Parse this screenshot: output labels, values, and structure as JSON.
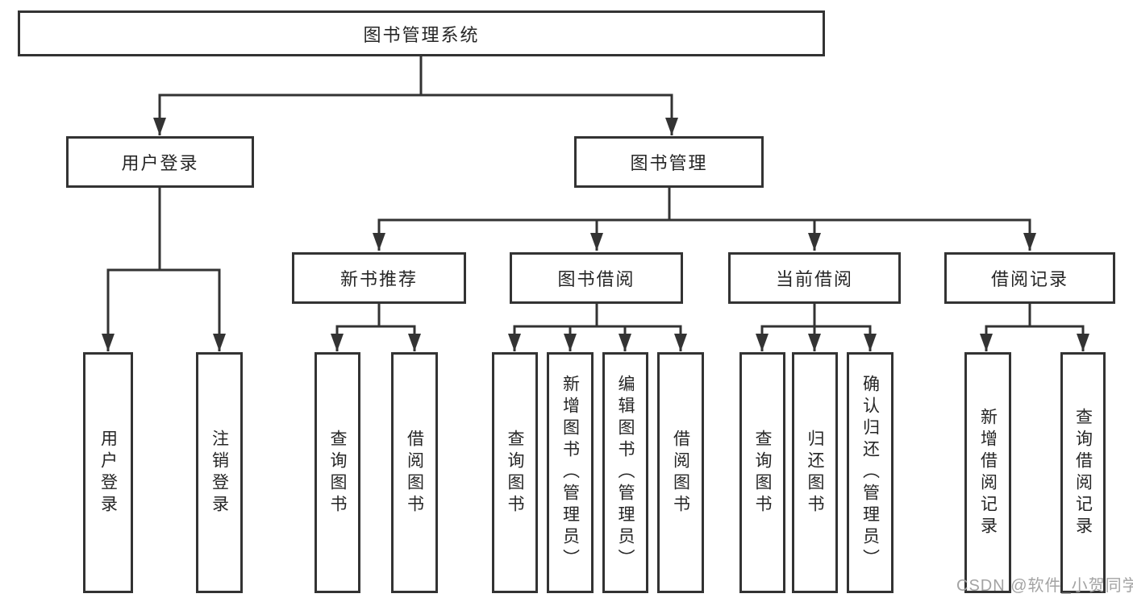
{
  "diagram": {
    "type": "hierarchy",
    "root": {
      "label": "图书管理系统"
    },
    "branches": [
      {
        "label": "用户登录",
        "children": [
          {
            "label": "用户登录"
          },
          {
            "label": "注销登录"
          }
        ]
      },
      {
        "label": "图书管理",
        "groups": [
          {
            "label": "新书推荐",
            "children": [
              {
                "label": "查询图书"
              },
              {
                "label": "借阅图书"
              }
            ]
          },
          {
            "label": "图书借阅",
            "children": [
              {
                "label": "查询图书"
              },
              {
                "label": "新增图书（管理员）"
              },
              {
                "label": "编辑图书（管理员）"
              },
              {
                "label": "借阅图书"
              }
            ]
          },
          {
            "label": "当前借阅",
            "children": [
              {
                "label": "查询图书"
              },
              {
                "label": "归还图书"
              },
              {
                "label": "确认归还（管理员）"
              }
            ]
          },
          {
            "label": "借阅记录",
            "children": [
              {
                "label": "新增借阅记录"
              },
              {
                "label": "查询借阅记录"
              }
            ]
          }
        ]
      }
    ],
    "colors": {
      "line": "#333333",
      "text": "#262626",
      "watermark": "#a3a3a3",
      "background": "#ffffff"
    },
    "watermark": "CSDN @软件_小贺同学"
  }
}
